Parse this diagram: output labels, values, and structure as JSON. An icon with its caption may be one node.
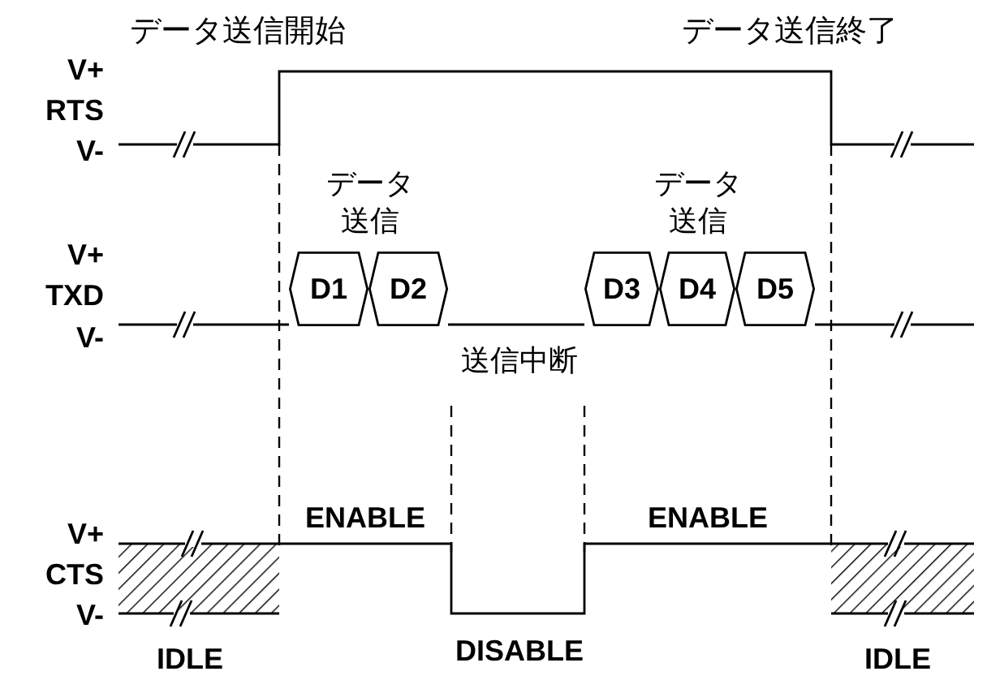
{
  "diagram": {
    "nodes": [
      {
        "text": [
          "D1"
        ]
      },
      {
        "text": [
          "D2"
        ]
      },
      {
        "text": [
          "D3"
        ]
      },
      {
        "text": [
          "D4"
        ]
      },
      {
        "text": [
          "D5"
        ]
      }
    ],
    "labels": [
      "データ送信開始",
      "データ送信終了",
      "V+",
      "RTS",
      "V-",
      "データ送信",
      "データ送信",
      "V+",
      "TXD",
      "V-",
      "送信中断",
      "ENABLE",
      "ENABLE",
      "V+",
      "CTS",
      "V-",
      "IDLE",
      "DISABLE",
      "IDLE"
    ]
  }
}
